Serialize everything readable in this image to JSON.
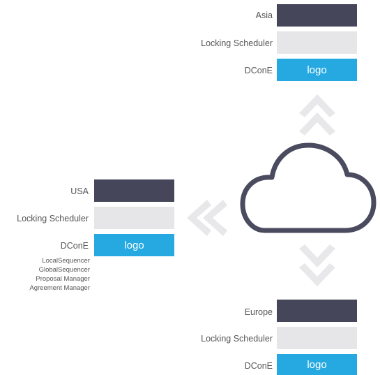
{
  "asia": {
    "region_label": "Asia",
    "scheduler_label": "Locking Scheduler",
    "dcone_label": "DConE",
    "logo_text": "logo"
  },
  "usa": {
    "region_label": "USA",
    "scheduler_label": "Locking Scheduler",
    "dcone_label": "DConE",
    "logo_text": "logo",
    "components": [
      "LocalSequencer",
      "GlobalSequencer",
      "Proposal Manager",
      "Agreement Manager"
    ]
  },
  "europe": {
    "region_label": "Europe",
    "scheduler_label": "Locking Scheduler",
    "dcone_label": "DConE",
    "logo_text": "logo"
  },
  "colors": {
    "dark_box": "#454659",
    "light_box": "#e6e6e8",
    "accent_blue": "#26a9e1",
    "arrow": "#e8e8ea",
    "cloud_stroke": "#4a4b5e"
  },
  "icons": {
    "cloud": "cloud-icon",
    "arrow_up": "double-chevron-up-icon",
    "arrow_left": "double-chevron-left-icon",
    "arrow_down": "double-chevron-down-icon"
  }
}
